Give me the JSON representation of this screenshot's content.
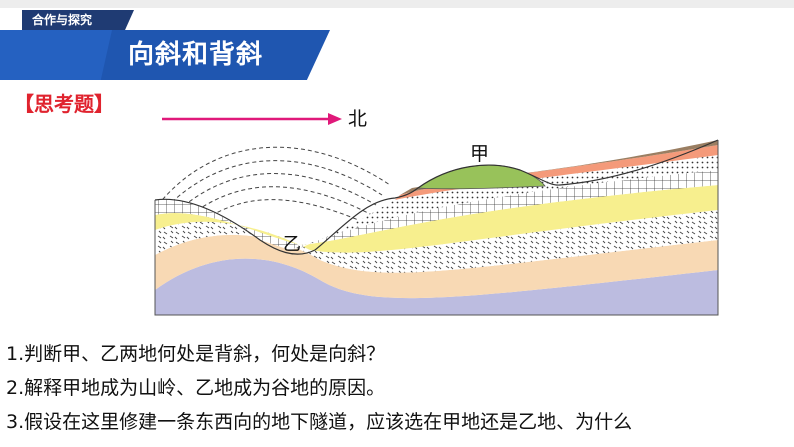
{
  "header": {
    "tag": "合作与探究",
    "title": "向斜和背斜"
  },
  "think_label": "【思考题】",
  "diagram": {
    "north_label": "北",
    "label_jia": "甲",
    "label_yi": "乙"
  },
  "questions": [
    "1.判断甲、乙两地何处是背斜，何处是向斜？",
    "2.解释甲地成为山岭、乙地成为谷地的原因。",
    "3.假设在这里修建一条东西向的地下隧道，应该选在甲地还是乙地、为什么"
  ],
  "colors": {
    "arrow": "#e0197a",
    "top_hill": "#98c25a",
    "brown": "#9a7e62",
    "salmon": "#f49a7a",
    "yellow": "#f7ef8e",
    "peach": "#f8d9b4",
    "lavender": "#bcbce0",
    "grid": "#ffffff"
  }
}
